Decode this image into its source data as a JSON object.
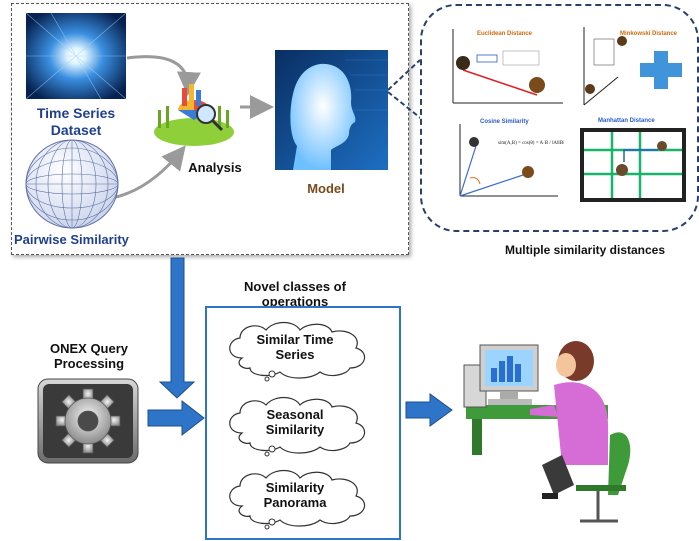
{
  "pipeline": {
    "time_series_label": "Time Series\nDataset",
    "pairwise_label": "Pairwise Similarity",
    "analysis_label": "Analysis",
    "model_label": "Model"
  },
  "distances": {
    "caption": "Multiple similarity distances",
    "euclidean_title": "Euclidean Distance",
    "minkowski_title": "Minkowski Distance",
    "cosine_title": "Cosine Similarity",
    "manhattan_title": "Manhattan Distance"
  },
  "onex": {
    "label": "ONEX Query\nProcessing"
  },
  "operations": {
    "title": "Novel classes of\noperations",
    "items": [
      {
        "label": "Similar  Time\nSeries"
      },
      {
        "label": "Seasonal\nSimilarity"
      },
      {
        "label": "Similarity\nPanorama"
      }
    ]
  },
  "colors": {
    "arrow_blue": "#2e74c8",
    "box_blue": "#2e74c8",
    "label_blue": "#1f3f8f",
    "model_brown": "#7a4a1a",
    "dashed_navy": "#2a3f6a"
  }
}
